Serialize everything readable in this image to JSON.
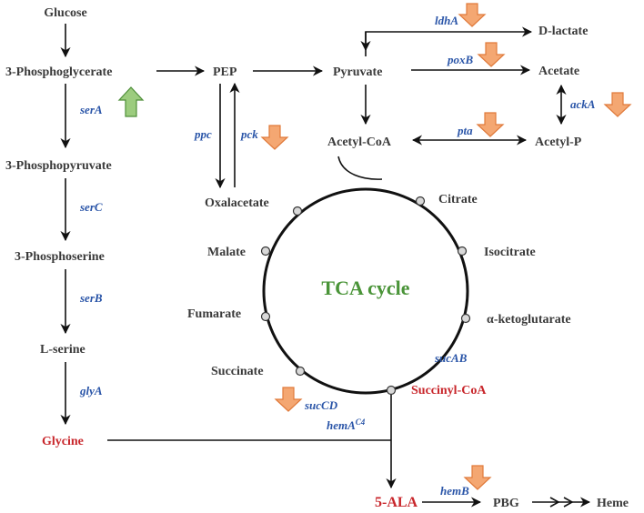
{
  "metabolites": {
    "glucose": "Glucose",
    "phosphoglycerate": "3-Phosphoglycerate",
    "phosphopyruvate": "3-Phosphopyruvate",
    "phosphoserine": "3-Phosphoserine",
    "serine": "L-serine",
    "glycine": "Glycine",
    "pep": "PEP",
    "pyruvate": "Pyruvate",
    "d_lactate": "D-lactate",
    "acetate": "Acetate",
    "acetyl_p": "Acetyl-P",
    "acetyl_coa": "Acetyl-CoA",
    "oxalacetate": "Oxalacetate",
    "citrate": "Citrate",
    "malate": "Malate",
    "isocitrate": "Isocitrate",
    "fumarate": "Fumarate",
    "ketoglutarate": "α-ketoglutarate",
    "succinate": "Succinate",
    "succinyl_coa": "Succinyl-CoA",
    "ala": "5-ALA",
    "pbg": "PBG",
    "heme": "Heme"
  },
  "genes": {
    "serA": "serA",
    "serC": "serC",
    "serB": "serB",
    "glyA": "glyA",
    "ppc": "ppc",
    "pck": "pck",
    "ldhA": "ldhA",
    "poxB": "poxB",
    "ackA": "ackA",
    "pta": "pta",
    "sucAB": "sucAB",
    "sucCD": "sucCD",
    "hemA": "hemA",
    "hemA_sup": "C4",
    "hemB": "hemB"
  },
  "cycle_label": "TCA cycle",
  "regulation": {
    "up": [
      "serA"
    ],
    "down": [
      "pck",
      "ldhA",
      "poxB",
      "ackA",
      "pta",
      "sucCD",
      "hemB"
    ]
  },
  "colors": {
    "metabolite": "#3a3a3a",
    "highlight": "#c8262b",
    "gene": "#2a55a8",
    "cycle": "#4a9438",
    "down_arrow": "#f4a772",
    "up_arrow": "#9ccc7e"
  }
}
